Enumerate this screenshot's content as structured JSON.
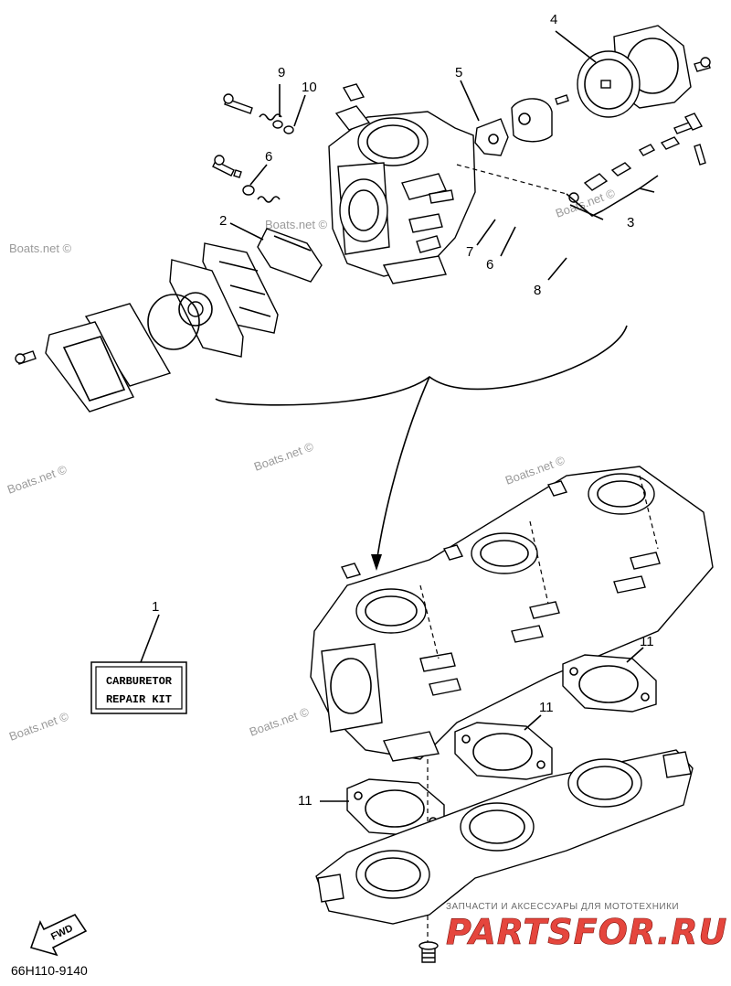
{
  "callouts": {
    "c1": "1",
    "c2": "2",
    "c3": "3",
    "c4": "4",
    "c5": "5",
    "c6a": "6",
    "c6b": "6",
    "c7": "7",
    "c8": "8",
    "c9": "9",
    "c10": "10",
    "c11a": "11",
    "c11b": "11",
    "c11c": "11"
  },
  "kit_label": {
    "line1": "CARBURETOR",
    "line2": "REPAIR KIT"
  },
  "watermarks": [
    "Boats.net ©",
    "Boats.net ©",
    "Boats.net ©",
    "Boats.net ©",
    "Boats.net ©",
    "Boats.net ©",
    "Boats.net ©",
    "Boats.net ©"
  ],
  "fwd_label": "FWD",
  "diagram_code": "66H110-9140",
  "brand": {
    "tagline": "ЗАПЧАСТИ И АКСЕССУАРЫ ДЛЯ МОТОТЕХНИКИ",
    "name": "PARTSFOR.RU",
    "color": "#e0261b"
  }
}
